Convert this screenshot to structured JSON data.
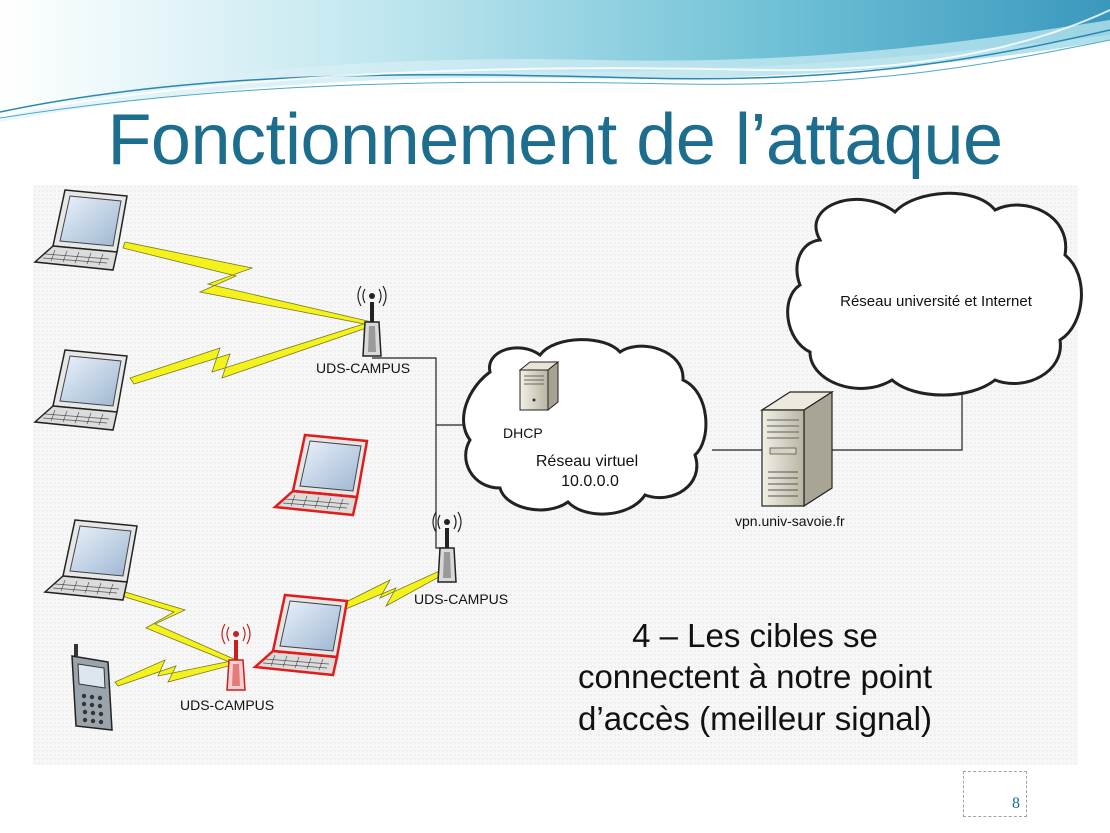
{
  "slide": {
    "title": "Fonctionnement de l’attaque",
    "page_number": "8"
  },
  "diagram": {
    "cloud_internet_label": "Réseau université et Internet",
    "cloud_virtual_label_line1": "Réseau virtuel",
    "cloud_virtual_label_line2": "10.0.0.0",
    "dhcp_label": "DHCP",
    "vpn_server_label": "vpn.univ-savoie.fr",
    "ap_top_label": "UDS-CAMPUS",
    "ap_mid_label": "UDS-CAMPUS",
    "ap_rogue_label": "UDS-CAMPUS"
  },
  "caption": {
    "line1": "4 – Les cibles se",
    "line2": "connectent à notre point",
    "line3": "d’accès (meilleur signal)"
  },
  "colors": {
    "title": "#1c6d8e",
    "wave_dark": "#2a87b0",
    "wave_light": "#8fd0e0",
    "lightning": "#f4f21c",
    "rogue_outline": "#e21b1b"
  }
}
